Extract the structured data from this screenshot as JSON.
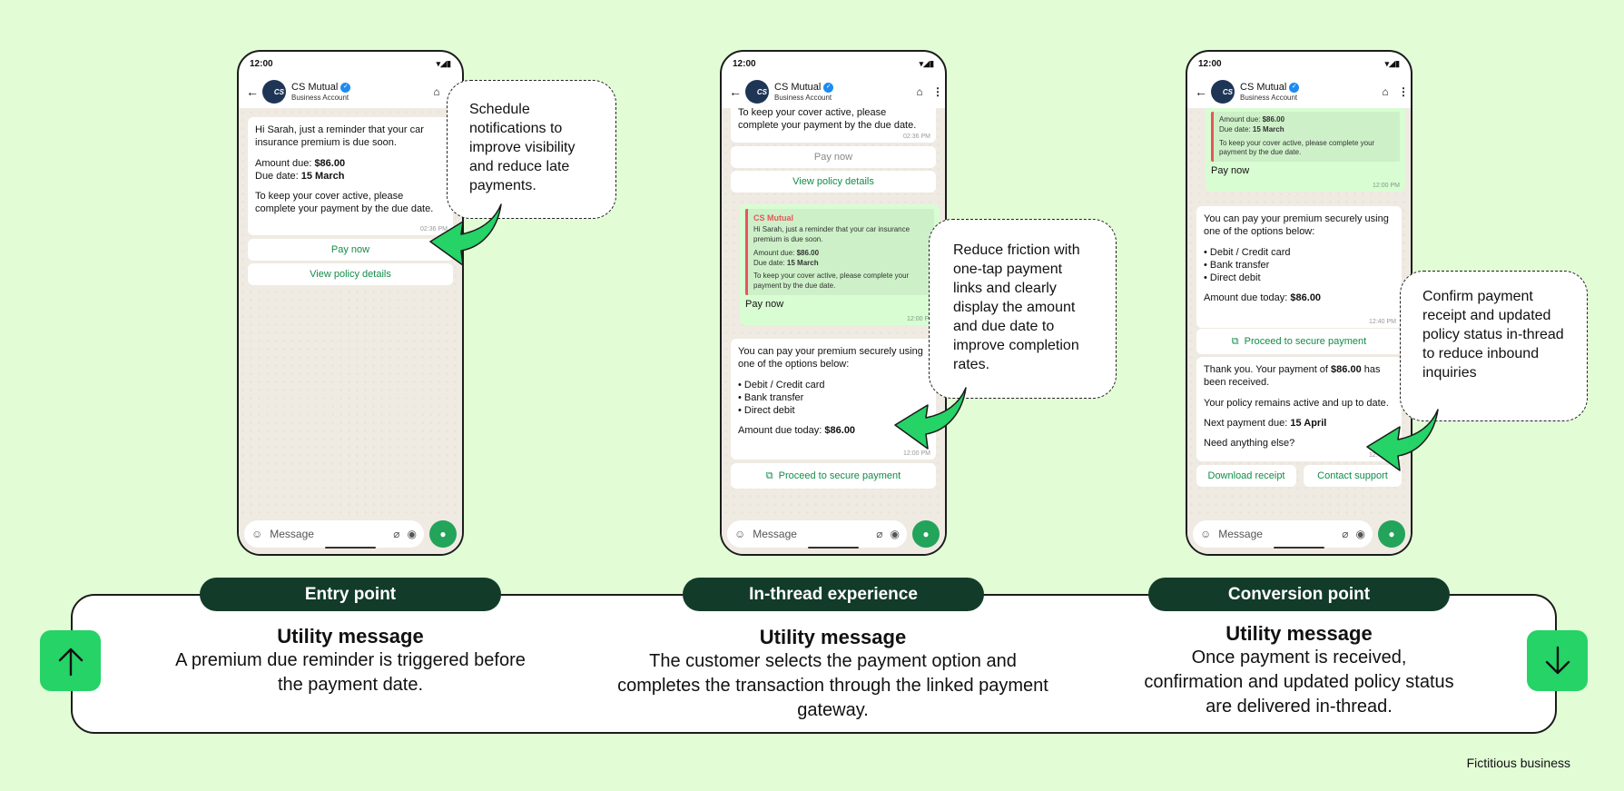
{
  "status_time": "12:00",
  "business": {
    "name": "CS Mutual",
    "subtitle": "Business Account",
    "avatar_text": "CS"
  },
  "composer": {
    "placeholder": "Message"
  },
  "phone1": {
    "greeting": "Hi Sarah, just a reminder that your car insurance premium is due soon.",
    "amount_label": "Amount due: ",
    "amount_value": "$86.00",
    "due_label": "Due date: ",
    "due_value": "15 March",
    "cover_text": "To keep your cover active, please complete your payment by the due date.",
    "time": "02:36 PM",
    "pay_now": "Pay now",
    "view_policy": "View policy details"
  },
  "phone2": {
    "partial_text": "To keep your cover active, please complete your payment by the due date.",
    "time1": "02:36 PM",
    "pay_now": "Pay now",
    "view_policy": "View policy details",
    "quote_sender": "CS Mutual",
    "quote_greeting": "Hi Sarah, just a reminder that your car insurance premium is due soon.",
    "quote_amount_label": "Amount due: ",
    "quote_amount_value": "$86.00",
    "quote_due_label": "Due date: ",
    "quote_due_value": "15 March",
    "quote_cover": "To keep your cover active, please complete your payment by the due date.",
    "reply": "Pay now",
    "reply_time": "12:00 PM",
    "options_intro": "You can pay your premium securely using one of the options below:",
    "options": [
      "• Debit / Credit card",
      "• Bank transfer",
      "• Direct debit"
    ],
    "amount_today_label": "Amount due today: ",
    "amount_today_value": "$86.00",
    "time2": "12:00 PM",
    "proceed": "Proceed to secure payment"
  },
  "phone3": {
    "quote_amount_label": "Amount due: ",
    "quote_amount_value": "$86.00",
    "quote_due_label": "Due date: ",
    "quote_due_value": "15 March",
    "quote_cover": "To keep your cover active, please complete your payment by the due date.",
    "reply": "Pay now",
    "reply_time": "12:00 PM",
    "options_intro": "You can pay your premium securely using one of the options below:",
    "options": [
      "• Debit / Credit card",
      "• Bank transfer",
      "• Direct debit"
    ],
    "amount_today_label": "Amount due today: ",
    "amount_today_value": "$86.00",
    "time1": "12:40 PM",
    "proceed": "Proceed to secure payment",
    "thanks_prefix": "Thank you. Your payment of ",
    "thanks_amount": "$86.00",
    "thanks_suffix": " has been received.",
    "policy_active": "Your policy remains active and up to date.",
    "next_label": "Next payment due: ",
    "next_value": "15 April",
    "need_else": "Need anything else?",
    "time2": "12:40 PM",
    "download_receipt": "Download receipt",
    "contact_support": "Contact support"
  },
  "callouts": {
    "c1": "Schedule notifications to improve visibility and reduce late payments.",
    "c2": "Reduce friction with one-tap payment links and clearly display the amount and due date to improve completion rates.",
    "c3": "Confirm payment receipt and updated policy status in-thread to reduce inbound inquiries"
  },
  "stages": [
    {
      "pill": "Entry point",
      "title": "Utility message",
      "desc": "A premium due reminder is triggered before the payment date."
    },
    {
      "pill": "In-thread experience",
      "title": "Utility message",
      "desc": "The customer selects the payment option and completes the transaction through the linked payment gateway."
    },
    {
      "pill": "Conversion point",
      "title": "Utility message",
      "desc": "Once payment is received, confirmation and updated policy status are delivered in-thread."
    }
  ],
  "footnote": "Fictitious business",
  "colors": {
    "background": "#e2fcd6",
    "pill": "#123b2a",
    "accent_green": "#25d366",
    "link_green": "#128c4a",
    "quote_red": "#e8545c"
  },
  "icons": {
    "nav_up": "arrow-up-icon",
    "nav_down": "arrow-down-icon"
  }
}
